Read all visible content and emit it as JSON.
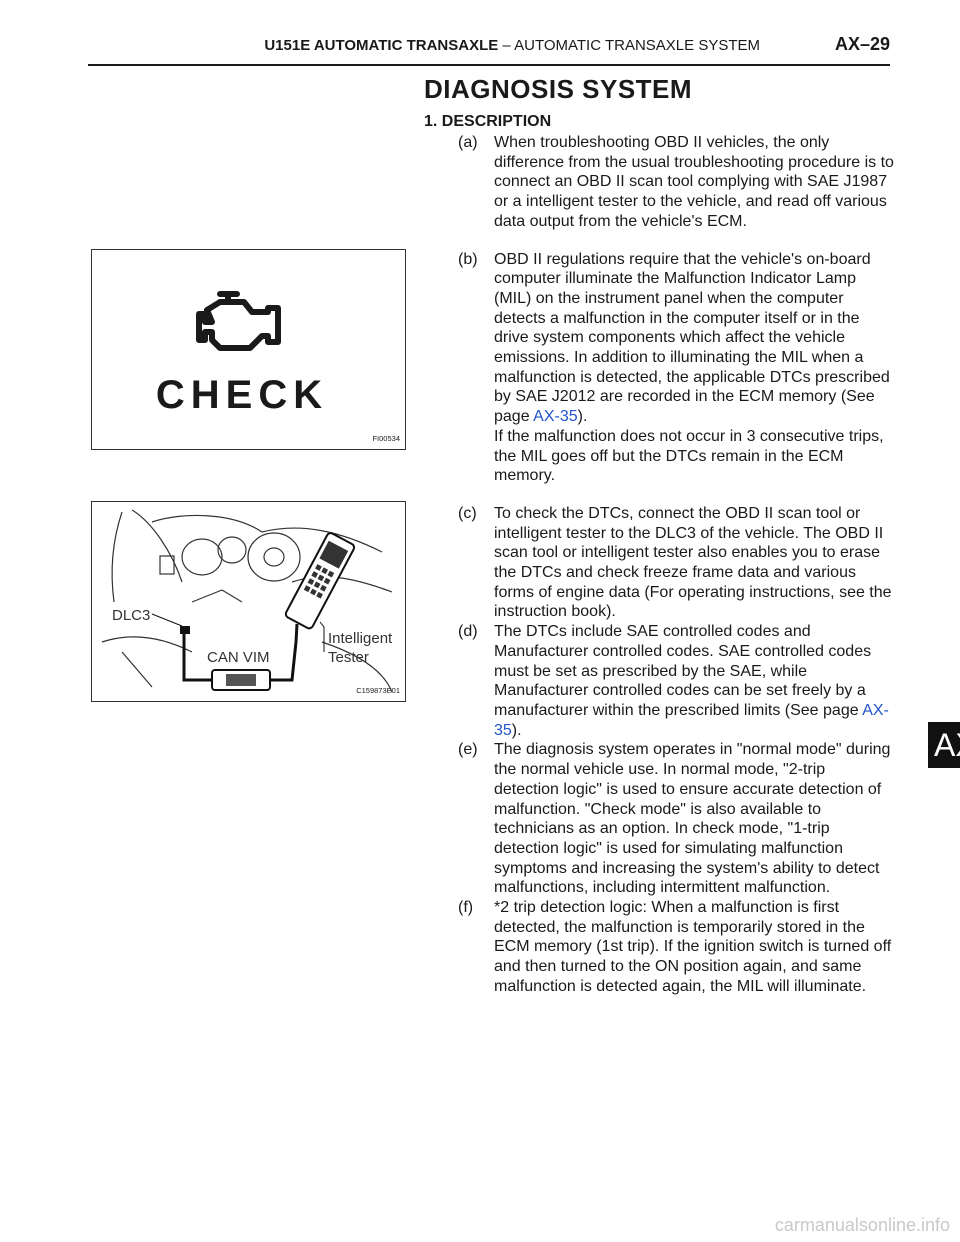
{
  "header": {
    "section_bold": "U151E AUTOMATIC TRANSAXLE",
    "section_rest": "  –  AUTOMATIC TRANSAXLE SYSTEM",
    "page": "AX–29"
  },
  "title": "DIAGNOSIS SYSTEM",
  "section_heading": "1.    DESCRIPTION",
  "items": [
    {
      "label": "(a)",
      "text": "When troubleshooting OBD II vehicles, the only difference from the usual troubleshooting procedure is to connect an OBD II scan tool complying with SAE J1987 or a intelligent tester to the vehicle, and read off various data output from the vehicle's ECM."
    },
    {
      "label": "(b)",
      "text_before": "OBD II regulations require that the vehicle's on-board computer illuminate the Malfunction Indicator Lamp (MIL) on the instrument panel when the computer detects a malfunction in the computer itself or in the drive system components which affect the vehicle emissions. In addition to illuminating the MIL when a malfunction is detected, the applicable DTCs prescribed by SAE J2012 are recorded in the ECM memory (See page ",
      "link": "AX-35",
      "text_after": ").",
      "text2": "If the malfunction does not occur in 3 consecutive trips, the MIL goes off but the DTCs remain in the ECM memory."
    },
    {
      "label": "(c)",
      "text": "To check the DTCs, connect the OBD II scan tool or intelligent tester to the DLC3 of the vehicle. The OBD II scan tool or intelligent tester also enables you to erase the DTCs and check freeze frame data and various forms of engine data (For operating instructions, see the instruction book)."
    },
    {
      "label": "(d)",
      "text_before": "The DTCs include SAE controlled codes and Manufacturer controlled codes. SAE controlled codes must be set as prescribed by the SAE, while Manufacturer controlled codes can be set freely by a manufacturer within the prescribed limits (See page ",
      "link": "AX-35",
      "text_after": ")."
    },
    {
      "label": "(e)",
      "text": "The diagnosis system operates in \"normal mode\" during the normal vehicle use. In normal mode, \"2-trip detection logic\" is used to ensure accurate detection of malfunction. \"Check mode\" is also available to technicians as an option. In check mode, \"1-trip detection logic\" is used for simulating malfunction symptoms and increasing the system's ability to detect malfunctions, including intermittent malfunction."
    },
    {
      "label": "(f)",
      "text": "*2 trip detection logic: When a malfunction is first detected, the malfunction is temporarily stored in the ECM memory (1st trip). If the ignition switch is turned off and then turned to the ON position again, and same malfunction is detected again, the MIL will illuminate."
    }
  ],
  "figure1": {
    "check_text": "CHECK",
    "code": "FI00534"
  },
  "figure2": {
    "label_dlc3": "DLC3",
    "label_canvim": "CAN VIM",
    "label_tester_1": "Intelligent",
    "label_tester_2": "Tester",
    "code": "C159873E01"
  },
  "side_tab": "AX",
  "watermark": "carmanualsonline.info"
}
